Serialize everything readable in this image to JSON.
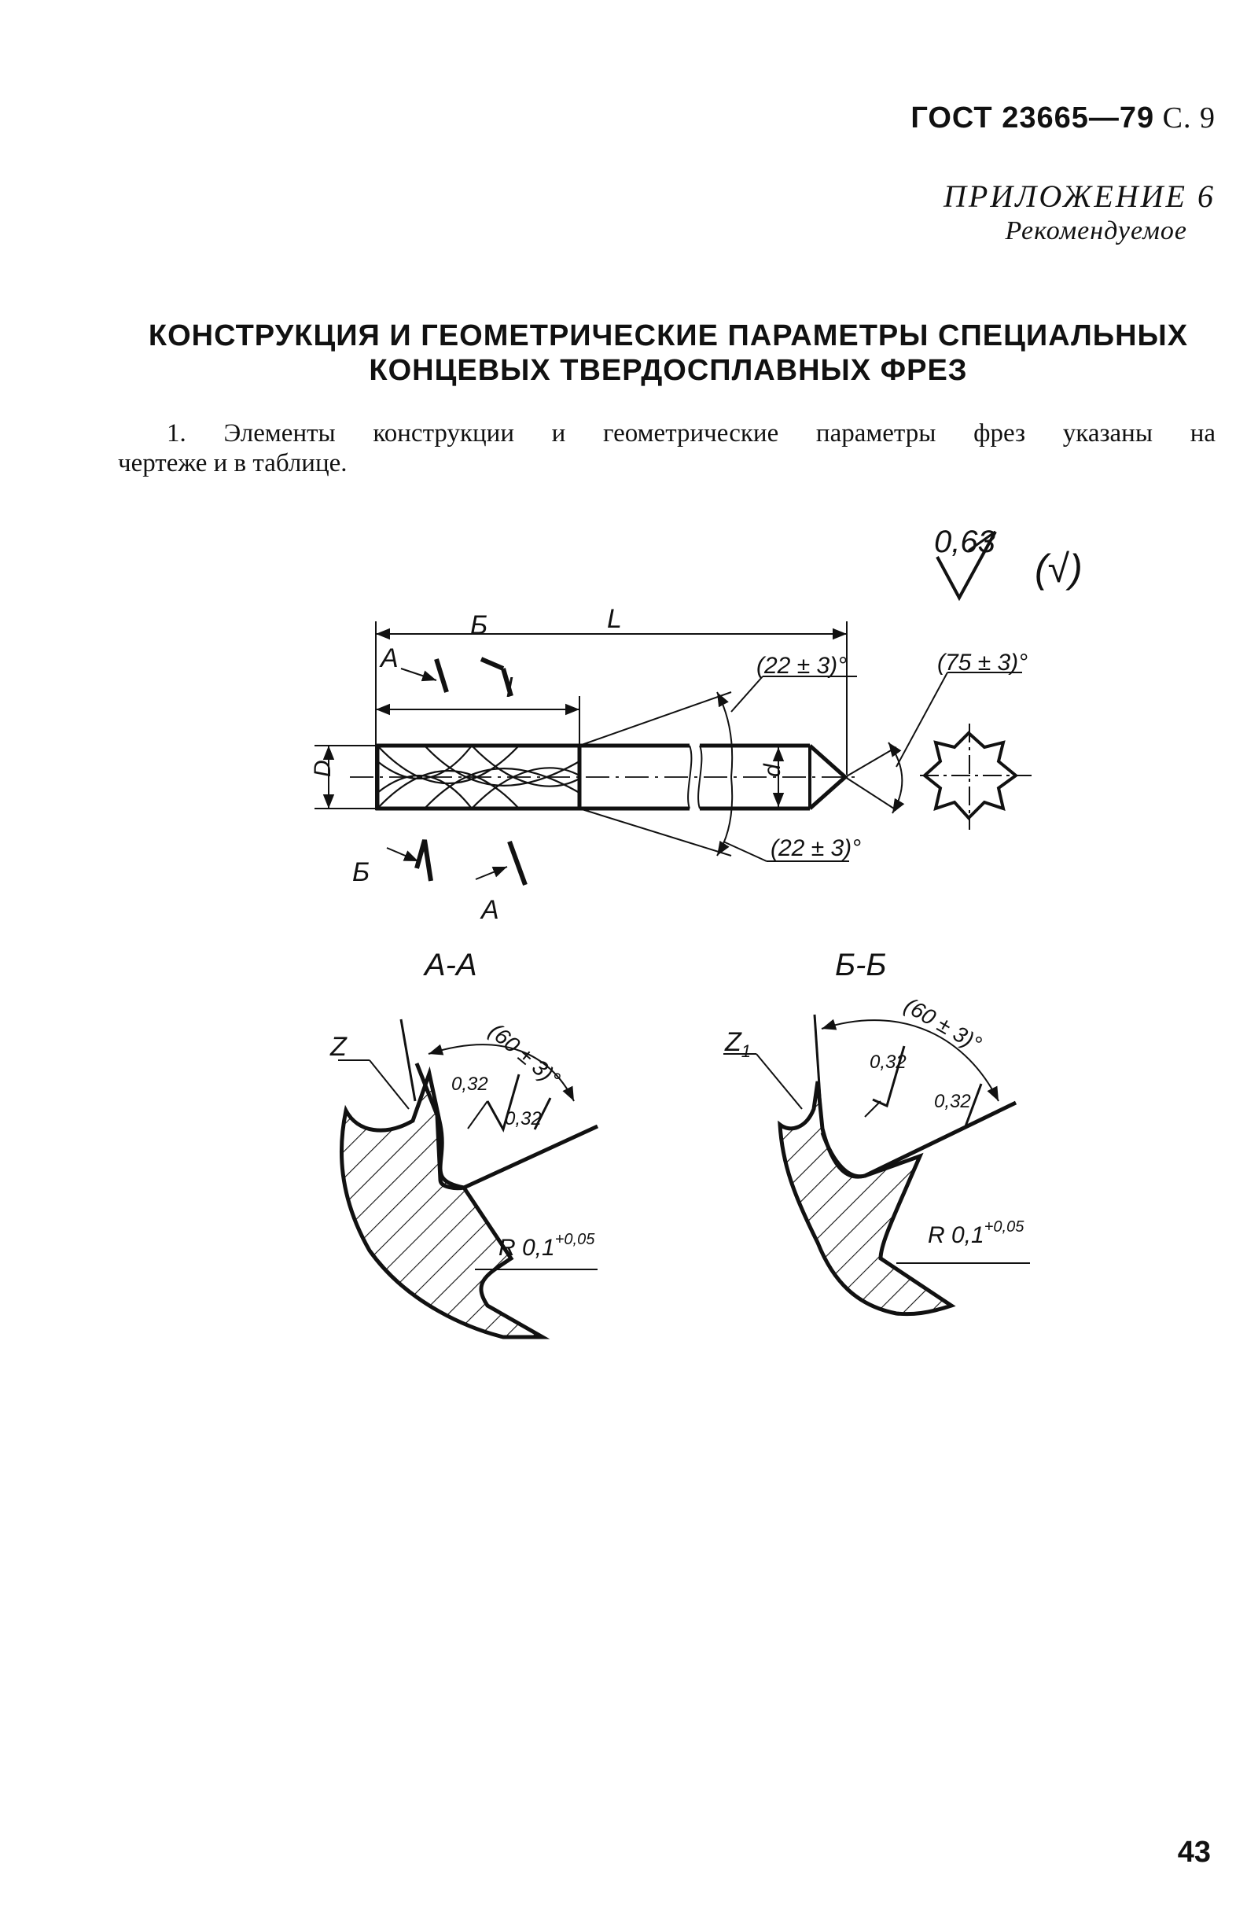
{
  "header": {
    "standard": "ГОСТ 23665—79",
    "page_ref": "С. 9"
  },
  "appendix": {
    "title": "ПРИЛОЖЕНИЕ 6",
    "subtitle": "Рекомендуемое"
  },
  "title": {
    "line1": "КОНСТРУКЦИЯ И ГЕОМЕТРИЧЕСКИЕ ПАРАМЕТРЫ СПЕЦИАЛЬНЫХ",
    "line2": "КОНЦЕВЫХ ТВЕРДОСПЛАВНЫХ ФРЕЗ"
  },
  "paragraph": {
    "line1": "1. Элементы конструкции и геометрические параметры фрез указаны на",
    "line2": "чертеже и в таблице."
  },
  "drawing": {
    "roughness_main": "0,63",
    "roughness_other": "(√)",
    "dim_L": "L",
    "dim_B": "Б",
    "dim_l": "l",
    "dim_D": "D",
    "dim_d": "d",
    "section_mark_A": "А",
    "section_mark_B": "Б",
    "angle_top": "(22 ± 3)°",
    "angle_bottom": "(22 ± 3)°",
    "angle_tip": "(75 ± 3)°",
    "section_AA_title": "А-А",
    "section_BB_title": "Б-Б",
    "label_Z": "Z",
    "label_Z1": "Z",
    "label_Z1_sub": "1",
    "angle_section": "(60 ± 3)°",
    "roughness_section": "0,32",
    "radius_base": "R 0,1",
    "radius_tol": "+0,05"
  },
  "page_number": "43"
}
